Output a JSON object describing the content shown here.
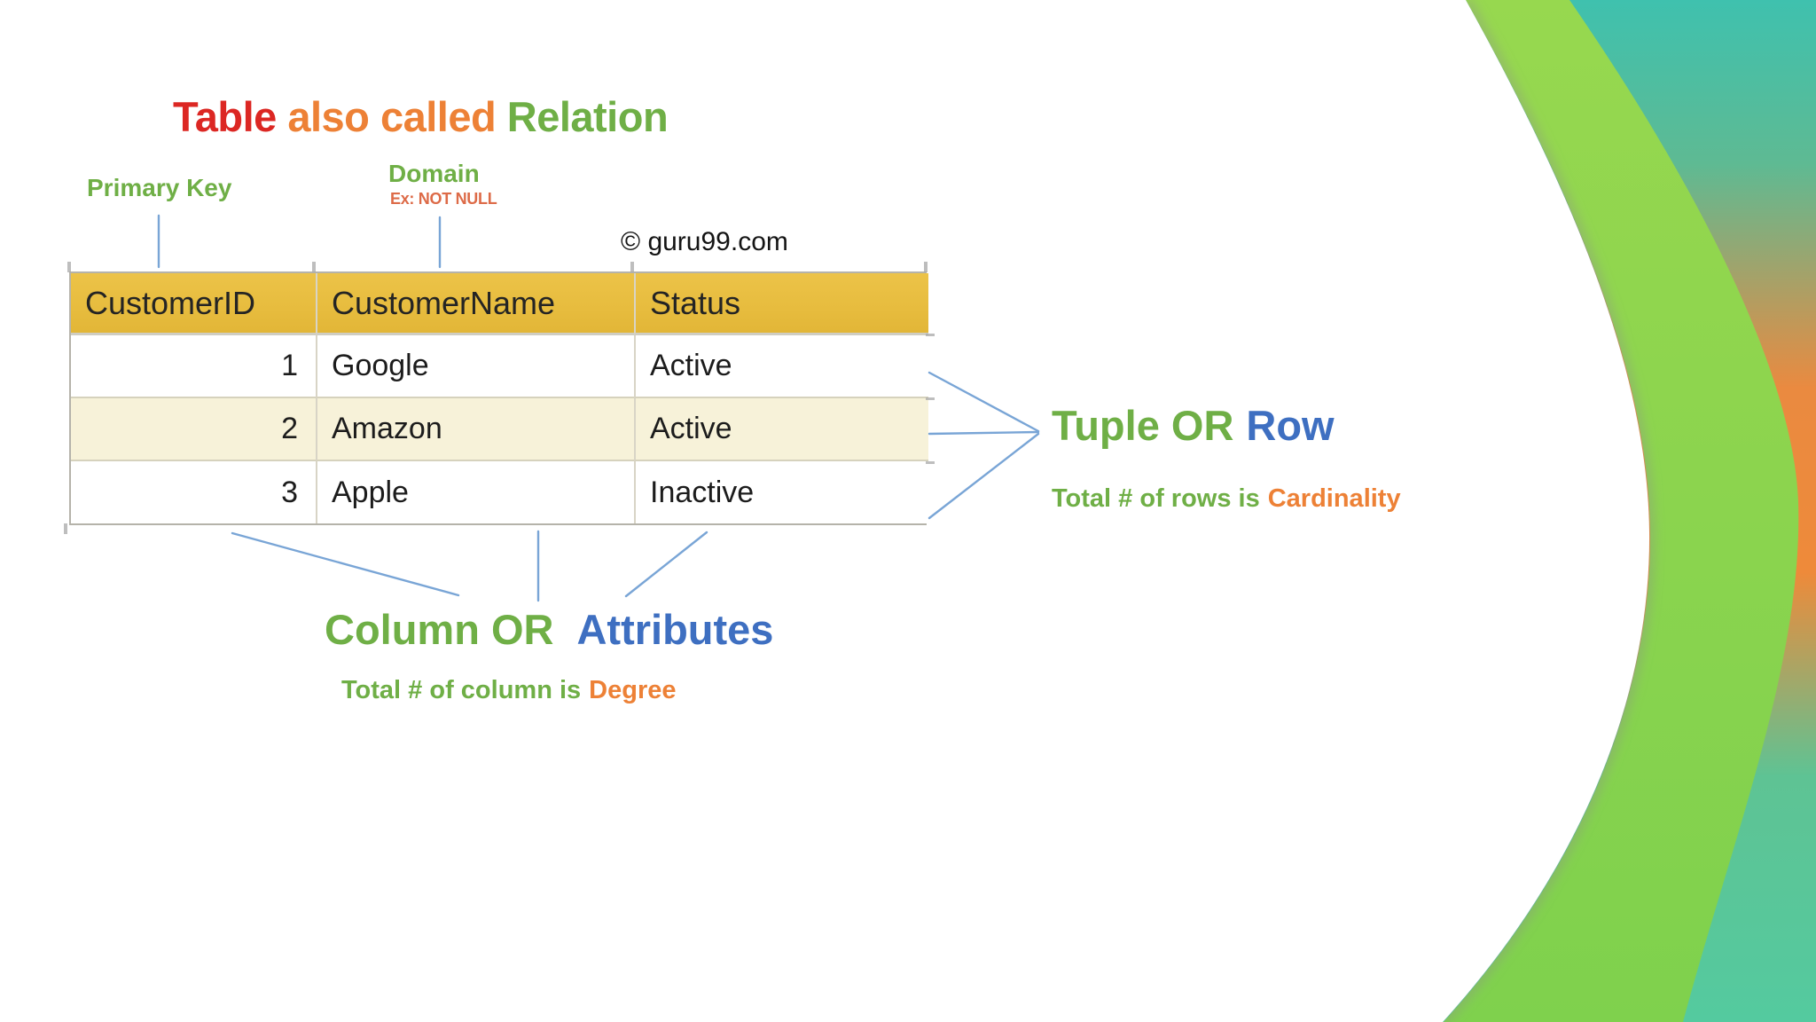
{
  "title": {
    "text_red": "Table",
    "text_orange": " also called ",
    "text_green": "Relation"
  },
  "labels": {
    "primary_key": "Primary Key",
    "domain": "Domain",
    "domain_example": "Ex: NOT NULL",
    "copyright": "© guru99.com",
    "tuple_green": "Tuple OR",
    "tuple_blue": "Row",
    "cardinality_green": "Total # of rows is",
    "cardinality_orange": "Cardinality",
    "column_green": "Column OR",
    "column_blue": "Attributes",
    "degree_green": "Total # of column is",
    "degree_orange": "Degree"
  },
  "table": {
    "headers": [
      "CustomerID",
      "CustomerName",
      "Status"
    ],
    "rows": [
      {
        "id": "1",
        "name": "Google",
        "status": "Active"
      },
      {
        "id": "2",
        "name": "Amazon",
        "status": "Active"
      },
      {
        "id": "3",
        "name": "Apple",
        "status": "Inactive"
      }
    ]
  },
  "colors": {
    "title_red": "#dc2723",
    "accent_orange": "#ed8136",
    "accent_green": "#6faf46",
    "accent_blue": "#3e6fc1",
    "table_header_gold": "#e7bc3e",
    "row_stripe_cream": "#f7f2d9",
    "leader_line_blue": "#79a5d6",
    "decor_band_green": "#8bd44e",
    "decor_teal": "#3fc1ae",
    "decor_seagreen": "#54ca9f",
    "decor_orange": "#ee8a3a"
  }
}
